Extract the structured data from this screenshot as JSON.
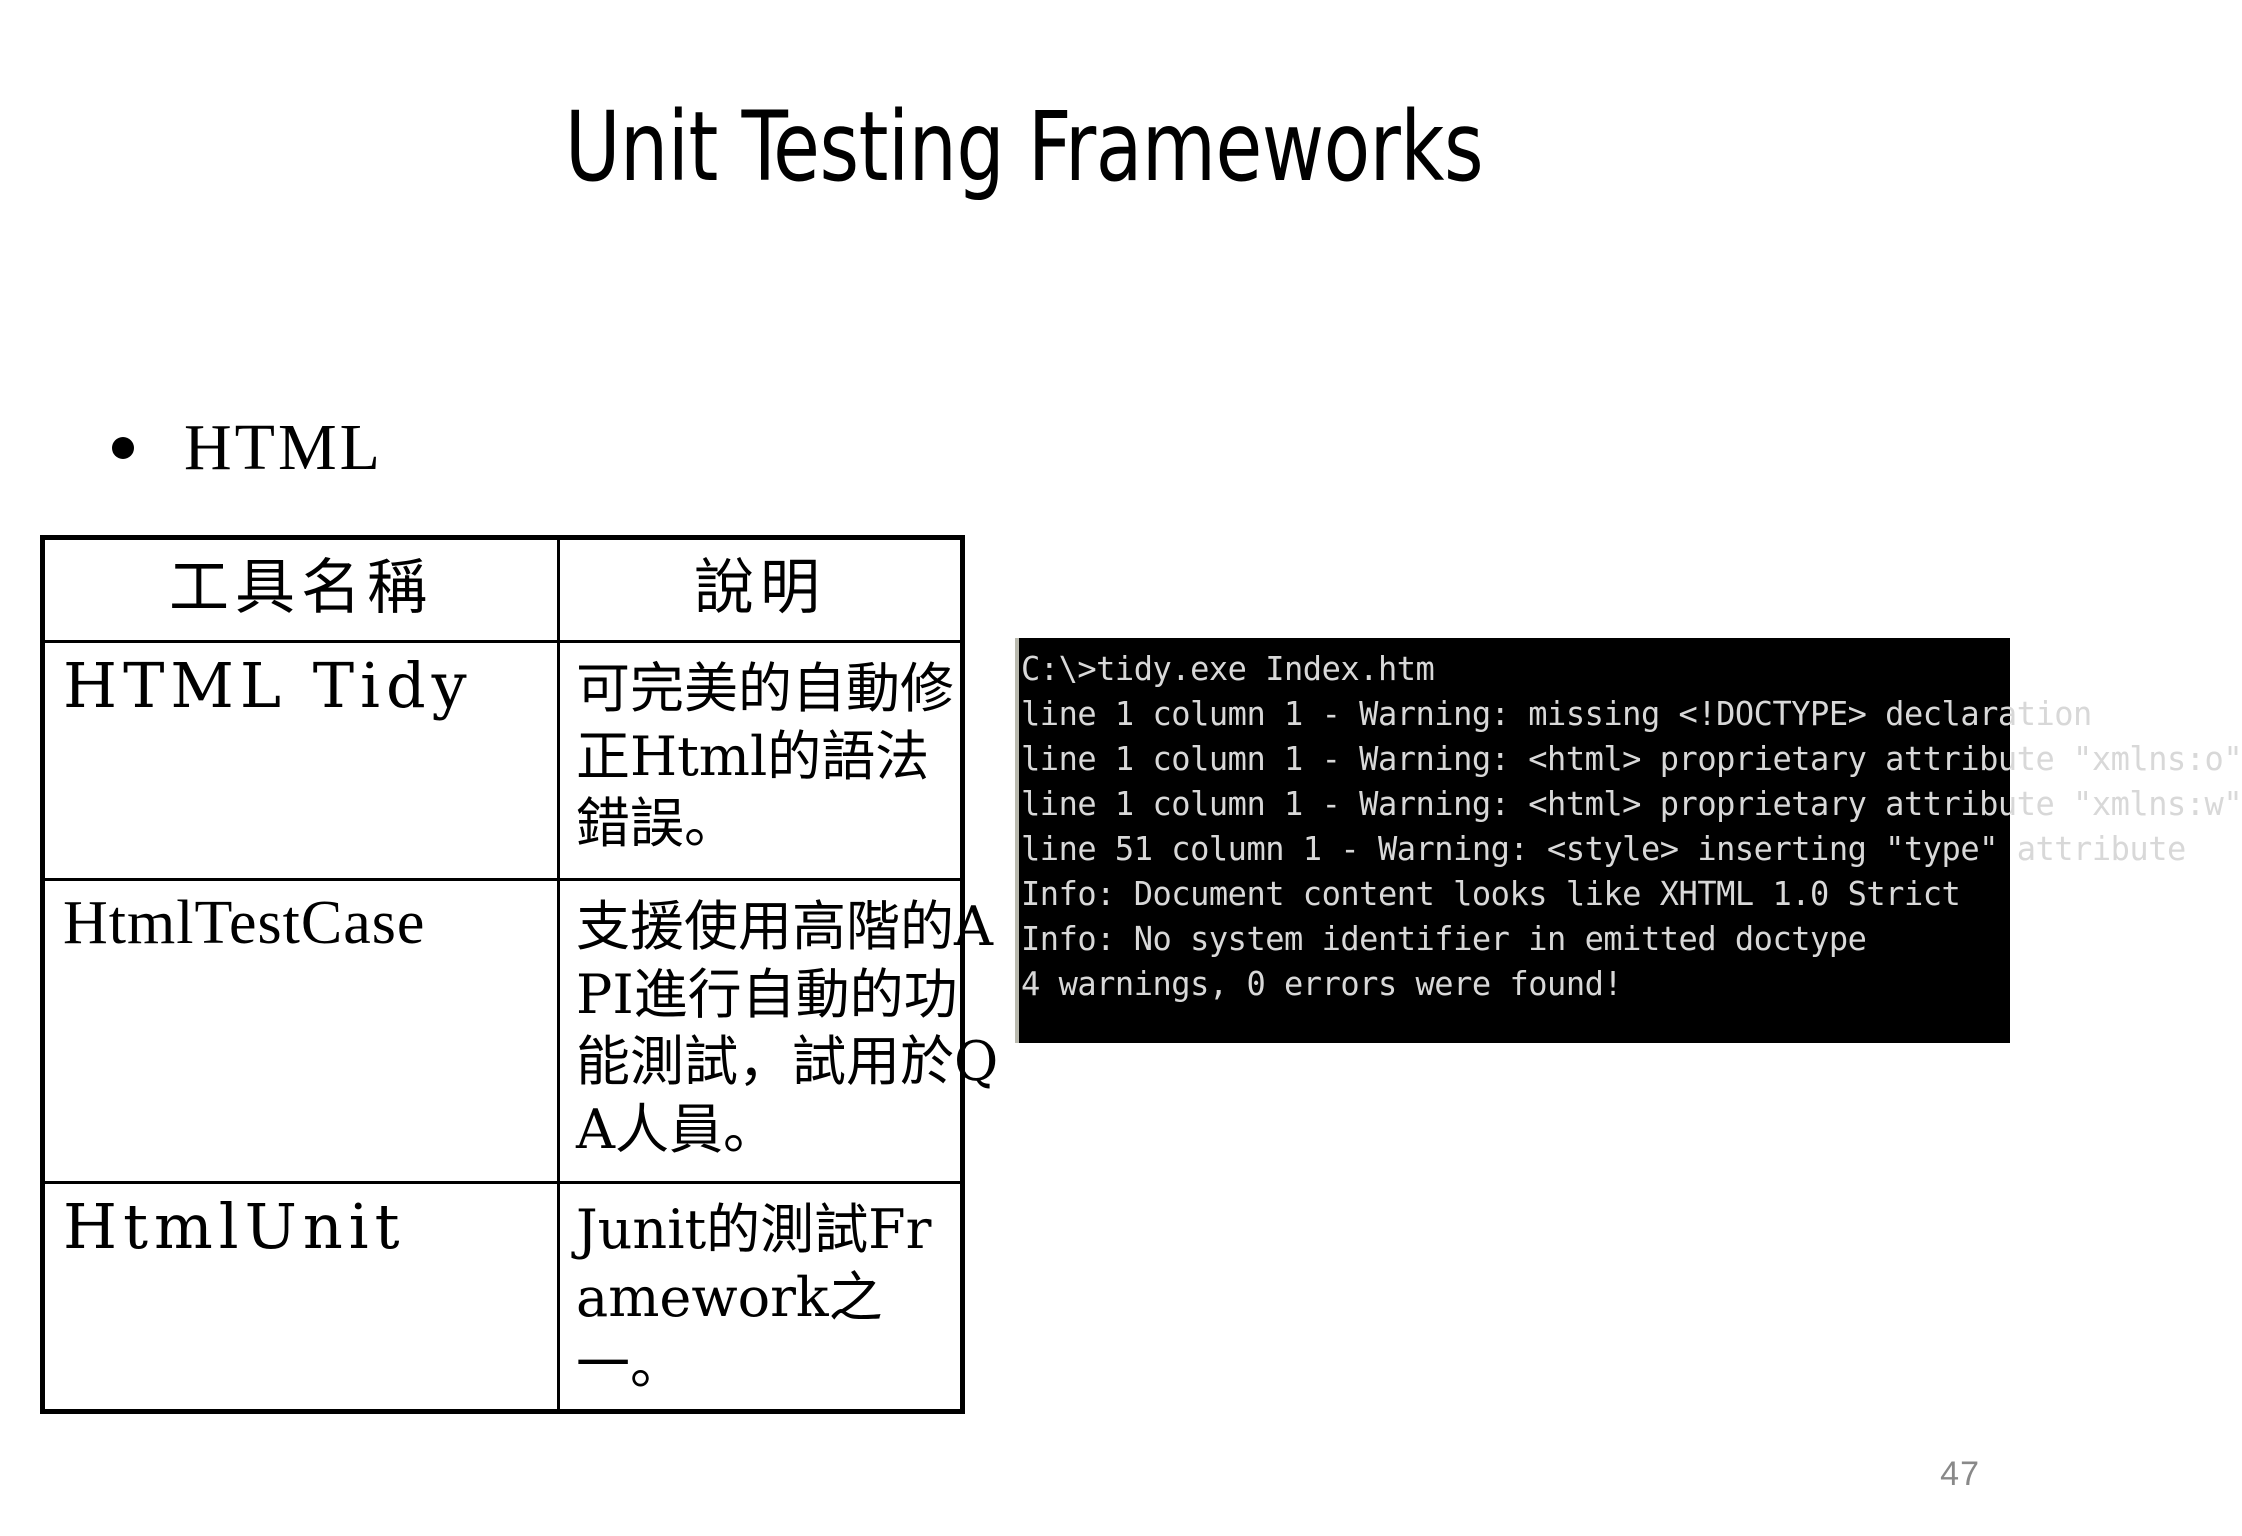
{
  "slide": {
    "title": "Unit Testing Frameworks",
    "page_number": "47"
  },
  "bullet": {
    "marker": "bullet-dot",
    "label": "HTML"
  },
  "table": {
    "headers": [
      "工具名稱",
      "說明"
    ],
    "rows": [
      {
        "name": "HTML Tidy",
        "desc": "可完美的自動修正Html的語法錯誤。"
      },
      {
        "name": "HtmlTestCase",
        "desc": "支援使用高階的API進行自動的功能測試，試用於QA人員。"
      },
      {
        "name": "HtmlUnit",
        "desc": "Junit的測試Framework之一。"
      }
    ]
  },
  "terminal": {
    "background_color": "#000000",
    "text_color": "#d8d8d8",
    "lines": [
      "C:\\>tidy.exe Index.htm",
      "line 1 column 1 - Warning: missing <!DOCTYPE> declaration",
      "line 1 column 1 - Warning: <html> proprietary attribute \"xmlns:o\"",
      "line 1 column 1 - Warning: <html> proprietary attribute \"xmlns:w\"",
      "line 51 column 1 - Warning: <style> inserting \"type\" attribute",
      "Info: Document content looks like XHTML 1.0 Strict",
      "Info: No system identifier in emitted doctype",
      "4 warnings, 0 errors were found!"
    ]
  }
}
